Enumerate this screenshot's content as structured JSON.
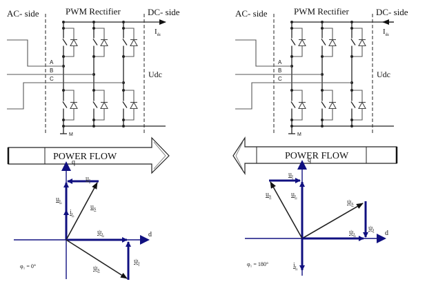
{
  "panels": [
    {
      "ac_side": "AC- side",
      "rectifier": "PWM Rectifier",
      "dc_side": "DC- side",
      "idc": {
        "main": "I",
        "sub": "dc"
      },
      "udc": "Udc",
      "phases": [
        "A",
        "B",
        "C"
      ],
      "ground": "M",
      "power_flow": "POWER FLOW",
      "power_flow_direction": "right",
      "phasor": {
        "q": "q",
        "d": "d",
        "u_I": {
          "main": "u",
          "sub": "I"
        },
        "u_L": {
          "main": "u",
          "sub": "L"
        },
        "u_S": {
          "main": "u",
          "sub": "S"
        },
        "i_L": {
          "main": "i",
          "sub": "L"
        },
        "psi_L": {
          "main": "ψ",
          "sub": "L"
        },
        "psi_I": {
          "main": "ψ",
          "sub": "I"
        },
        "psi_S": {
          "main": "ψ",
          "sub": "S"
        },
        "angle": "φ₁ = 0°"
      }
    },
    {
      "ac_side": "AC- side",
      "rectifier": "PWM Rectifier",
      "dc_side": "DC- side",
      "idc": {
        "main": "I",
        "sub": "dc"
      },
      "udc": "Udc",
      "phases": [
        "A",
        "B",
        "C"
      ],
      "ground": "M",
      "power_flow": "POWER FLOW",
      "power_flow_direction": "left",
      "phasor": {
        "q": "q",
        "d": "d",
        "u_I": {
          "main": "u",
          "sub": "I"
        },
        "u_L": {
          "main": "u",
          "sub": "L"
        },
        "u_S": {
          "main": "u",
          "sub": "S"
        },
        "i_L": {
          "main": "i",
          "sub": "L"
        },
        "psi_L": {
          "main": "ψ",
          "sub": "L"
        },
        "psi_I": {
          "main": "ψ",
          "sub": "I"
        },
        "psi_S": {
          "main": "ψ",
          "sub": "S"
        },
        "angle": "φ₁ = 180°"
      }
    }
  ],
  "colors": {
    "vector": "#101080",
    "line": "#222222"
  }
}
